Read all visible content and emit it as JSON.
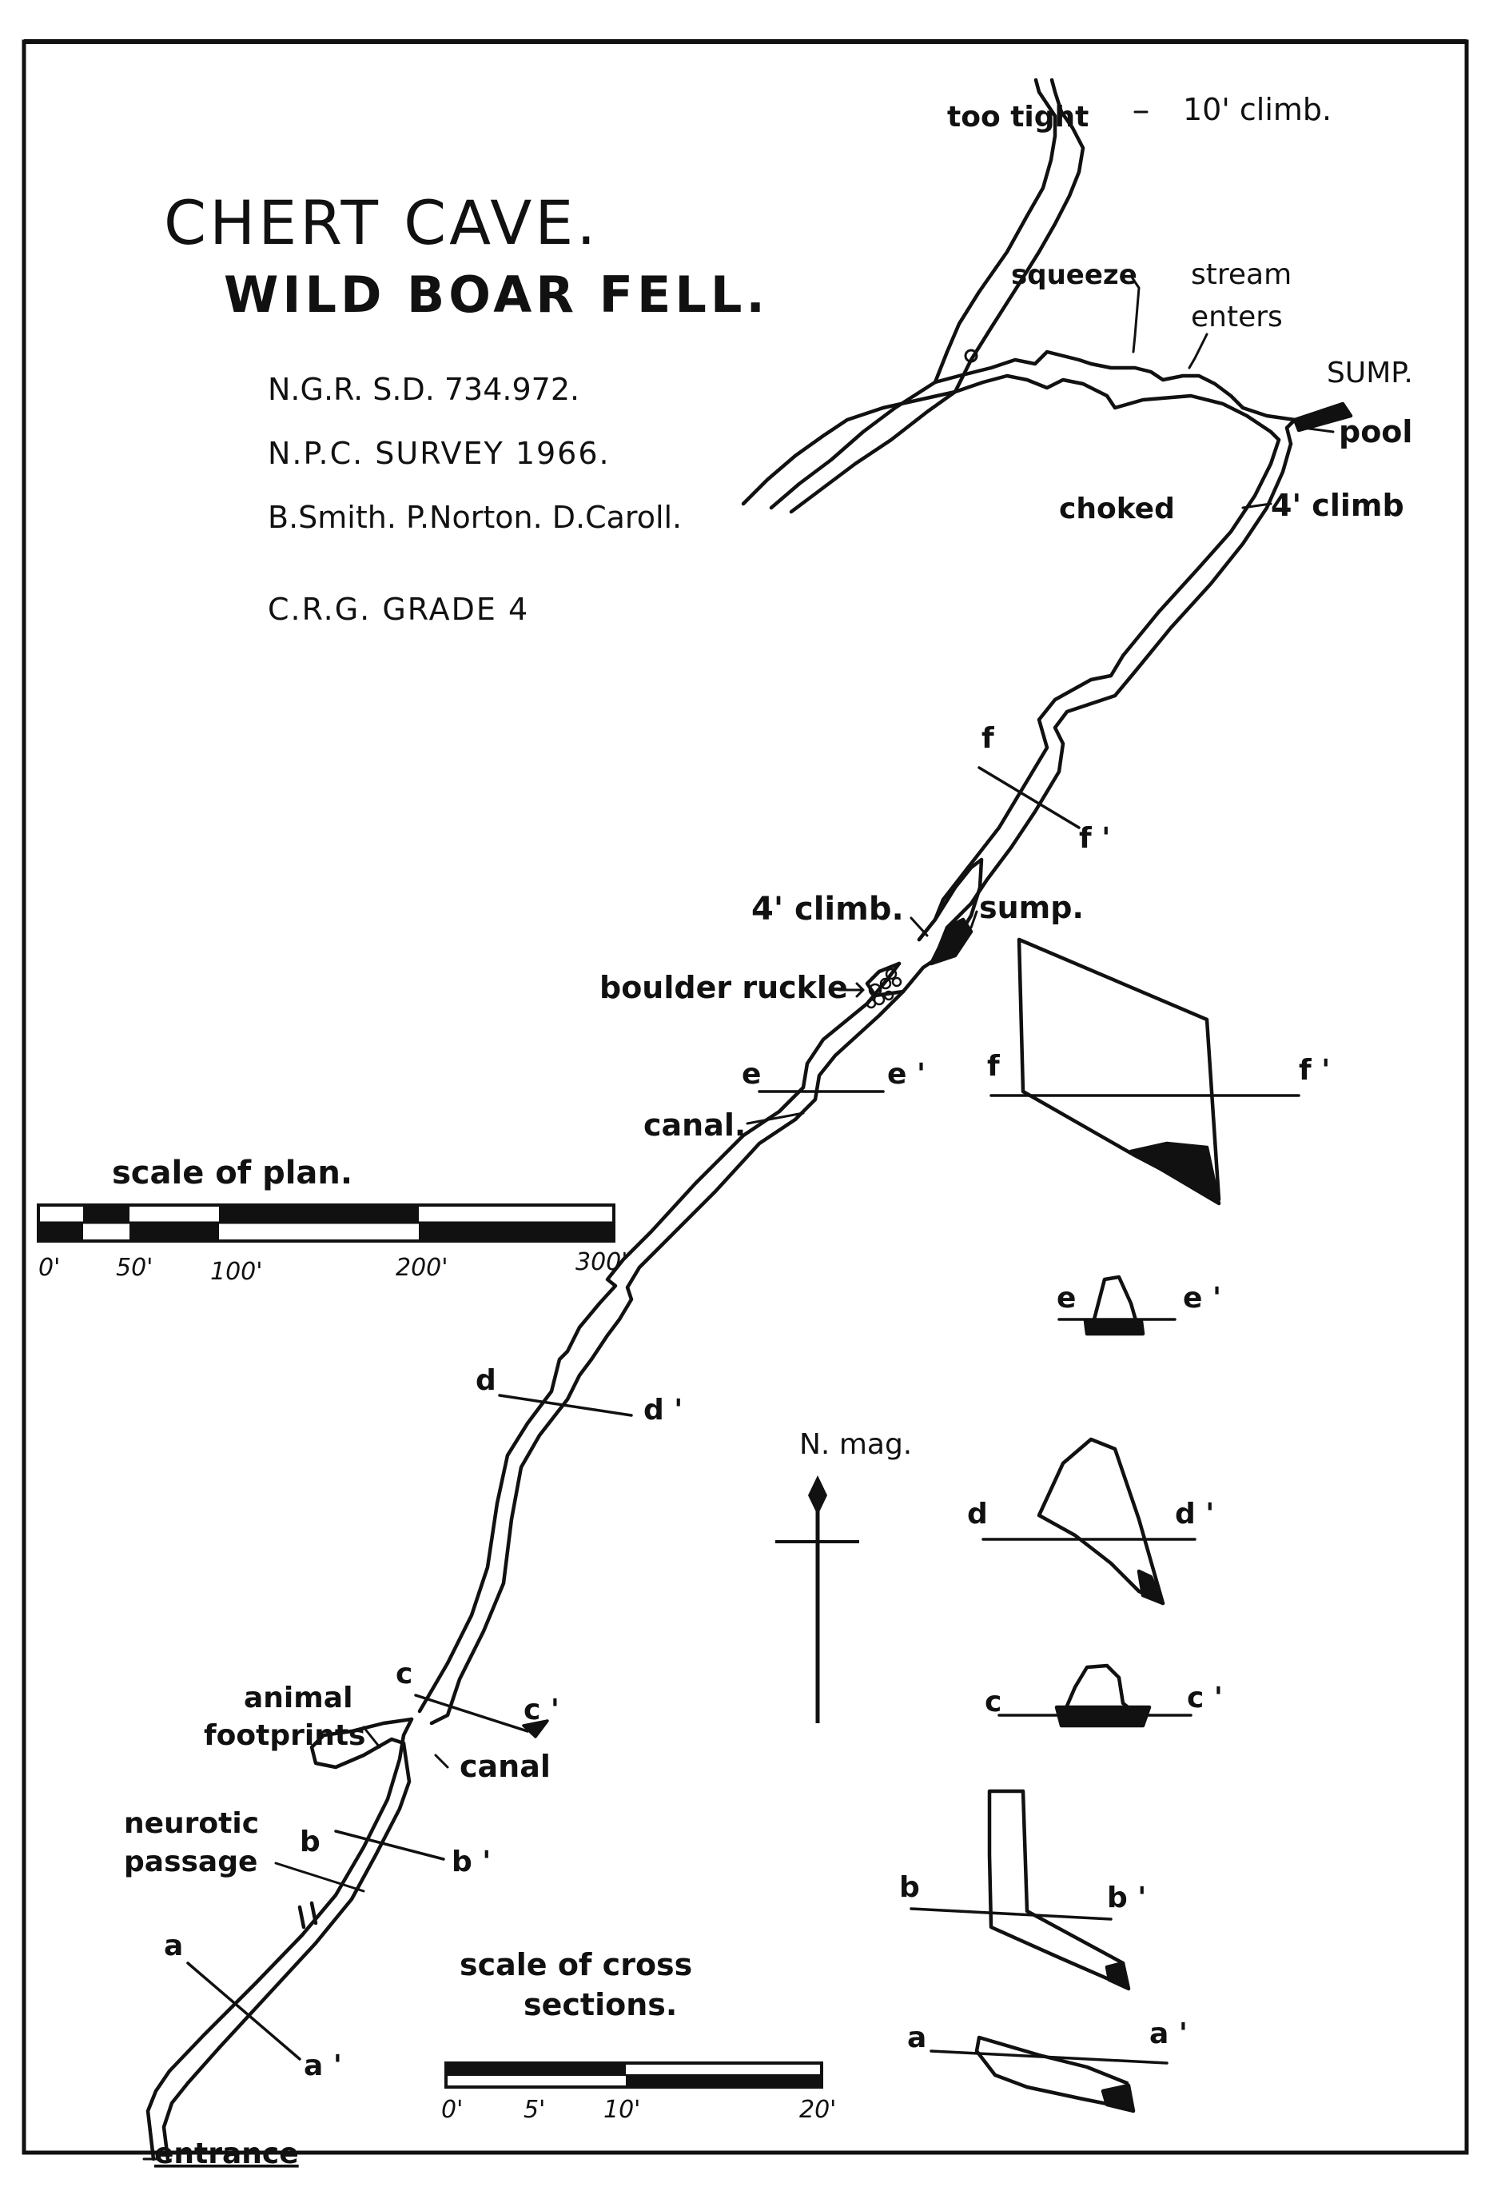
{
  "title": {
    "line1": "CHERT   CAVE.",
    "line2": "WILD  BOAR  FELL."
  },
  "info": {
    "ngr": "N.G.R.  S.D. 734.972.",
    "survey": "N.P.C.  SURVEY   1966.",
    "surveyors": "B.Smith.  P.Norton.  D.Caroll.",
    "grade": "C.R.G.  GRADE   4"
  },
  "plan_scale": {
    "title": "scale   of    plan.",
    "ticks": [
      "0'",
      "50'",
      "100'",
      "200'",
      "300'"
    ]
  },
  "section_scale": {
    "title_line1": "scale  of  cross",
    "title_line2": "sections.",
    "ticks": [
      "0'",
      "5'",
      "10'",
      "20'"
    ]
  },
  "north": {
    "label": "N. mag."
  },
  "plan_labels": {
    "too_tight": "too  tight",
    "ten_climb": "10' climb.",
    "squeeze": "squeeze",
    "stream_enters_1": "stream",
    "stream_enters_2": "enters",
    "sump_upper": "SUMP.",
    "pool": "pool",
    "choked": "choked",
    "four_climb_upper": "4' climb",
    "four_climb_lower": "4'  climb.",
    "sump_lower": "sump.",
    "boulder_ruckle": "boulder  ruckle",
    "canal_upper": "canal.",
    "animal_footprints_1": "animal",
    "animal_footprints_2": "footprints",
    "canal_lower": "canal",
    "neurotic_1": "neurotic",
    "neurotic_2": "passage",
    "entrance": "entrance"
  },
  "section_marks": {
    "f": "f",
    "f_prime": "f '",
    "e": "e",
    "e_prime": "e '",
    "d": "d",
    "d_prime": "d '",
    "c": "c",
    "c_prime": "c '",
    "b": "b",
    "b_prime": "b '",
    "a": "a",
    "a_prime": "a '"
  },
  "cross_sections": {
    "f": {
      "left": "f",
      "right": "f '"
    },
    "e": {
      "left": "e",
      "right": "e '"
    },
    "d": {
      "left": "d",
      "right": "d '"
    },
    "c": {
      "left": "c",
      "right": "c '"
    },
    "b": {
      "left": "b",
      "right": "b '"
    },
    "a": {
      "left": "a",
      "right": "a '"
    }
  },
  "colors": {
    "ink": "#111111",
    "paper": "#ffffff"
  }
}
